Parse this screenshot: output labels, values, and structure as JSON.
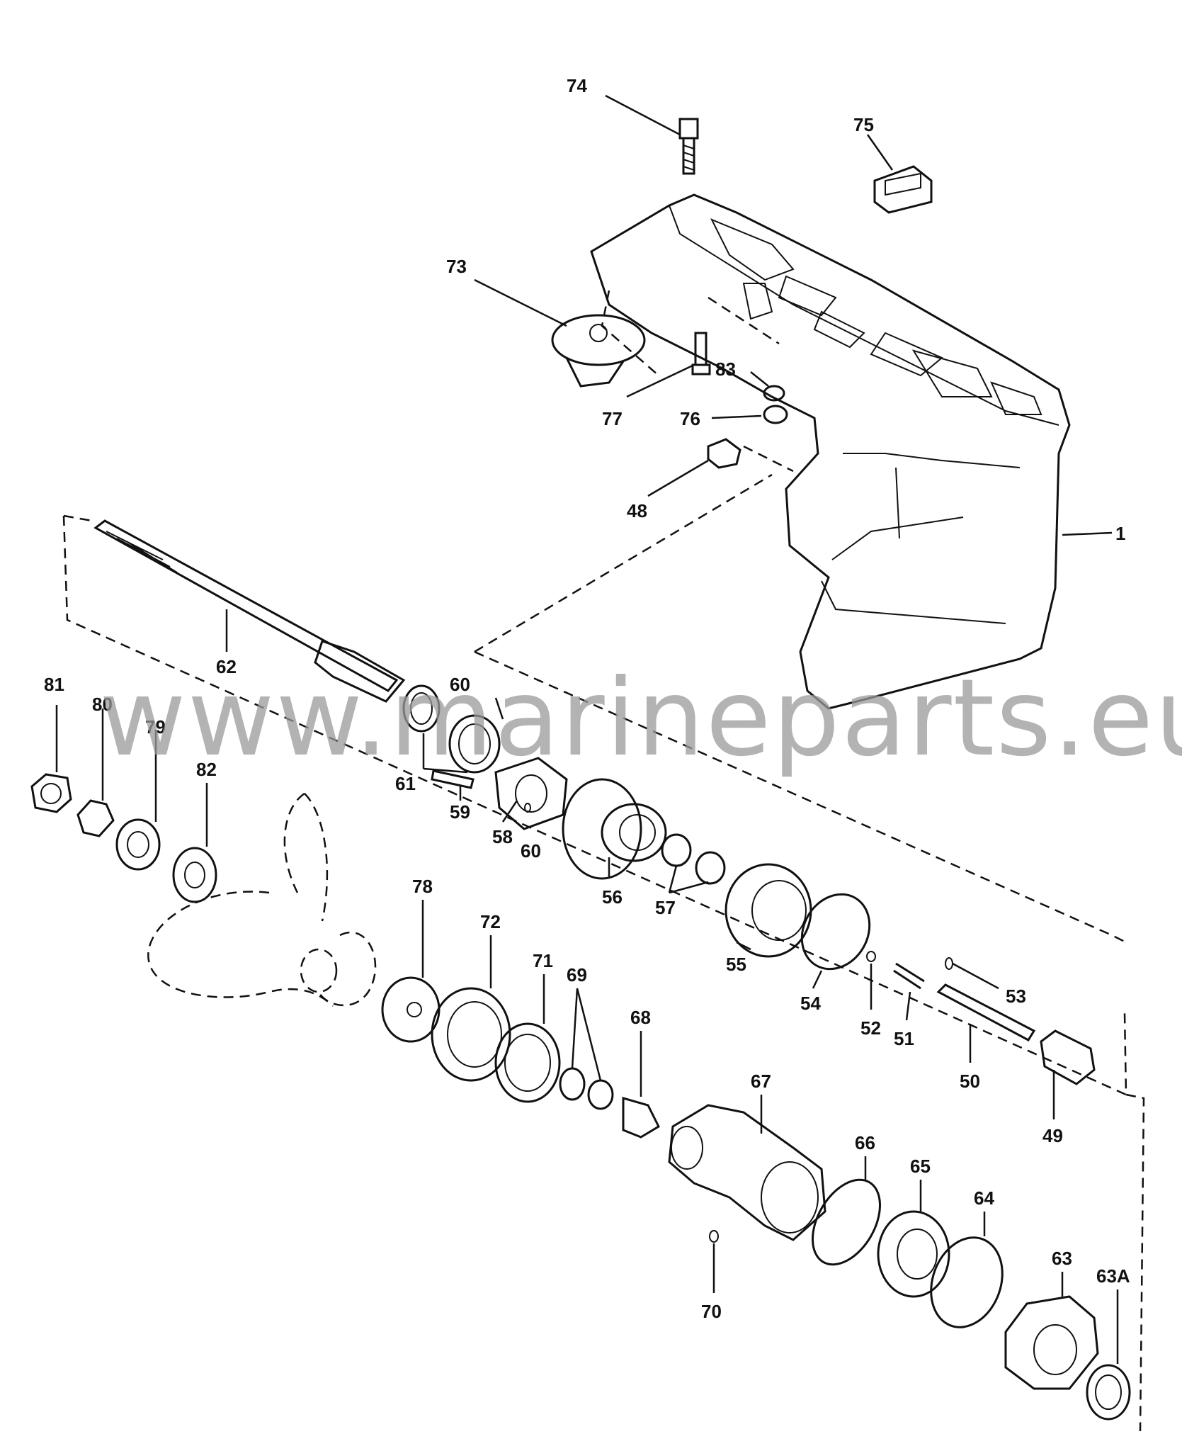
{
  "watermark": "www.marineparts.eu",
  "labels": {
    "l74": "74",
    "l75": "75",
    "l73": "73",
    "l77": "77",
    "l83": "83",
    "l76": "76",
    "l48": "48",
    "l1": "1",
    "l62": "62",
    "l81": "81",
    "l80": "80",
    "l79": "79",
    "l82": "82",
    "l61": "61",
    "l60a": "60",
    "l59": "59",
    "l58": "58",
    "l60b": "60",
    "l56": "56",
    "l57": "57",
    "l55": "55",
    "l54": "54",
    "l52": "52",
    "l51": "51",
    "l53": "53",
    "l50": "50",
    "l49": "49",
    "l78": "78",
    "l72": "72",
    "l71": "71",
    "l69": "69",
    "l68": "68",
    "l67": "67",
    "l66": "66",
    "l65": "65",
    "l64": "64",
    "l63": "63",
    "l63A": "63A",
    "l70": "70"
  }
}
